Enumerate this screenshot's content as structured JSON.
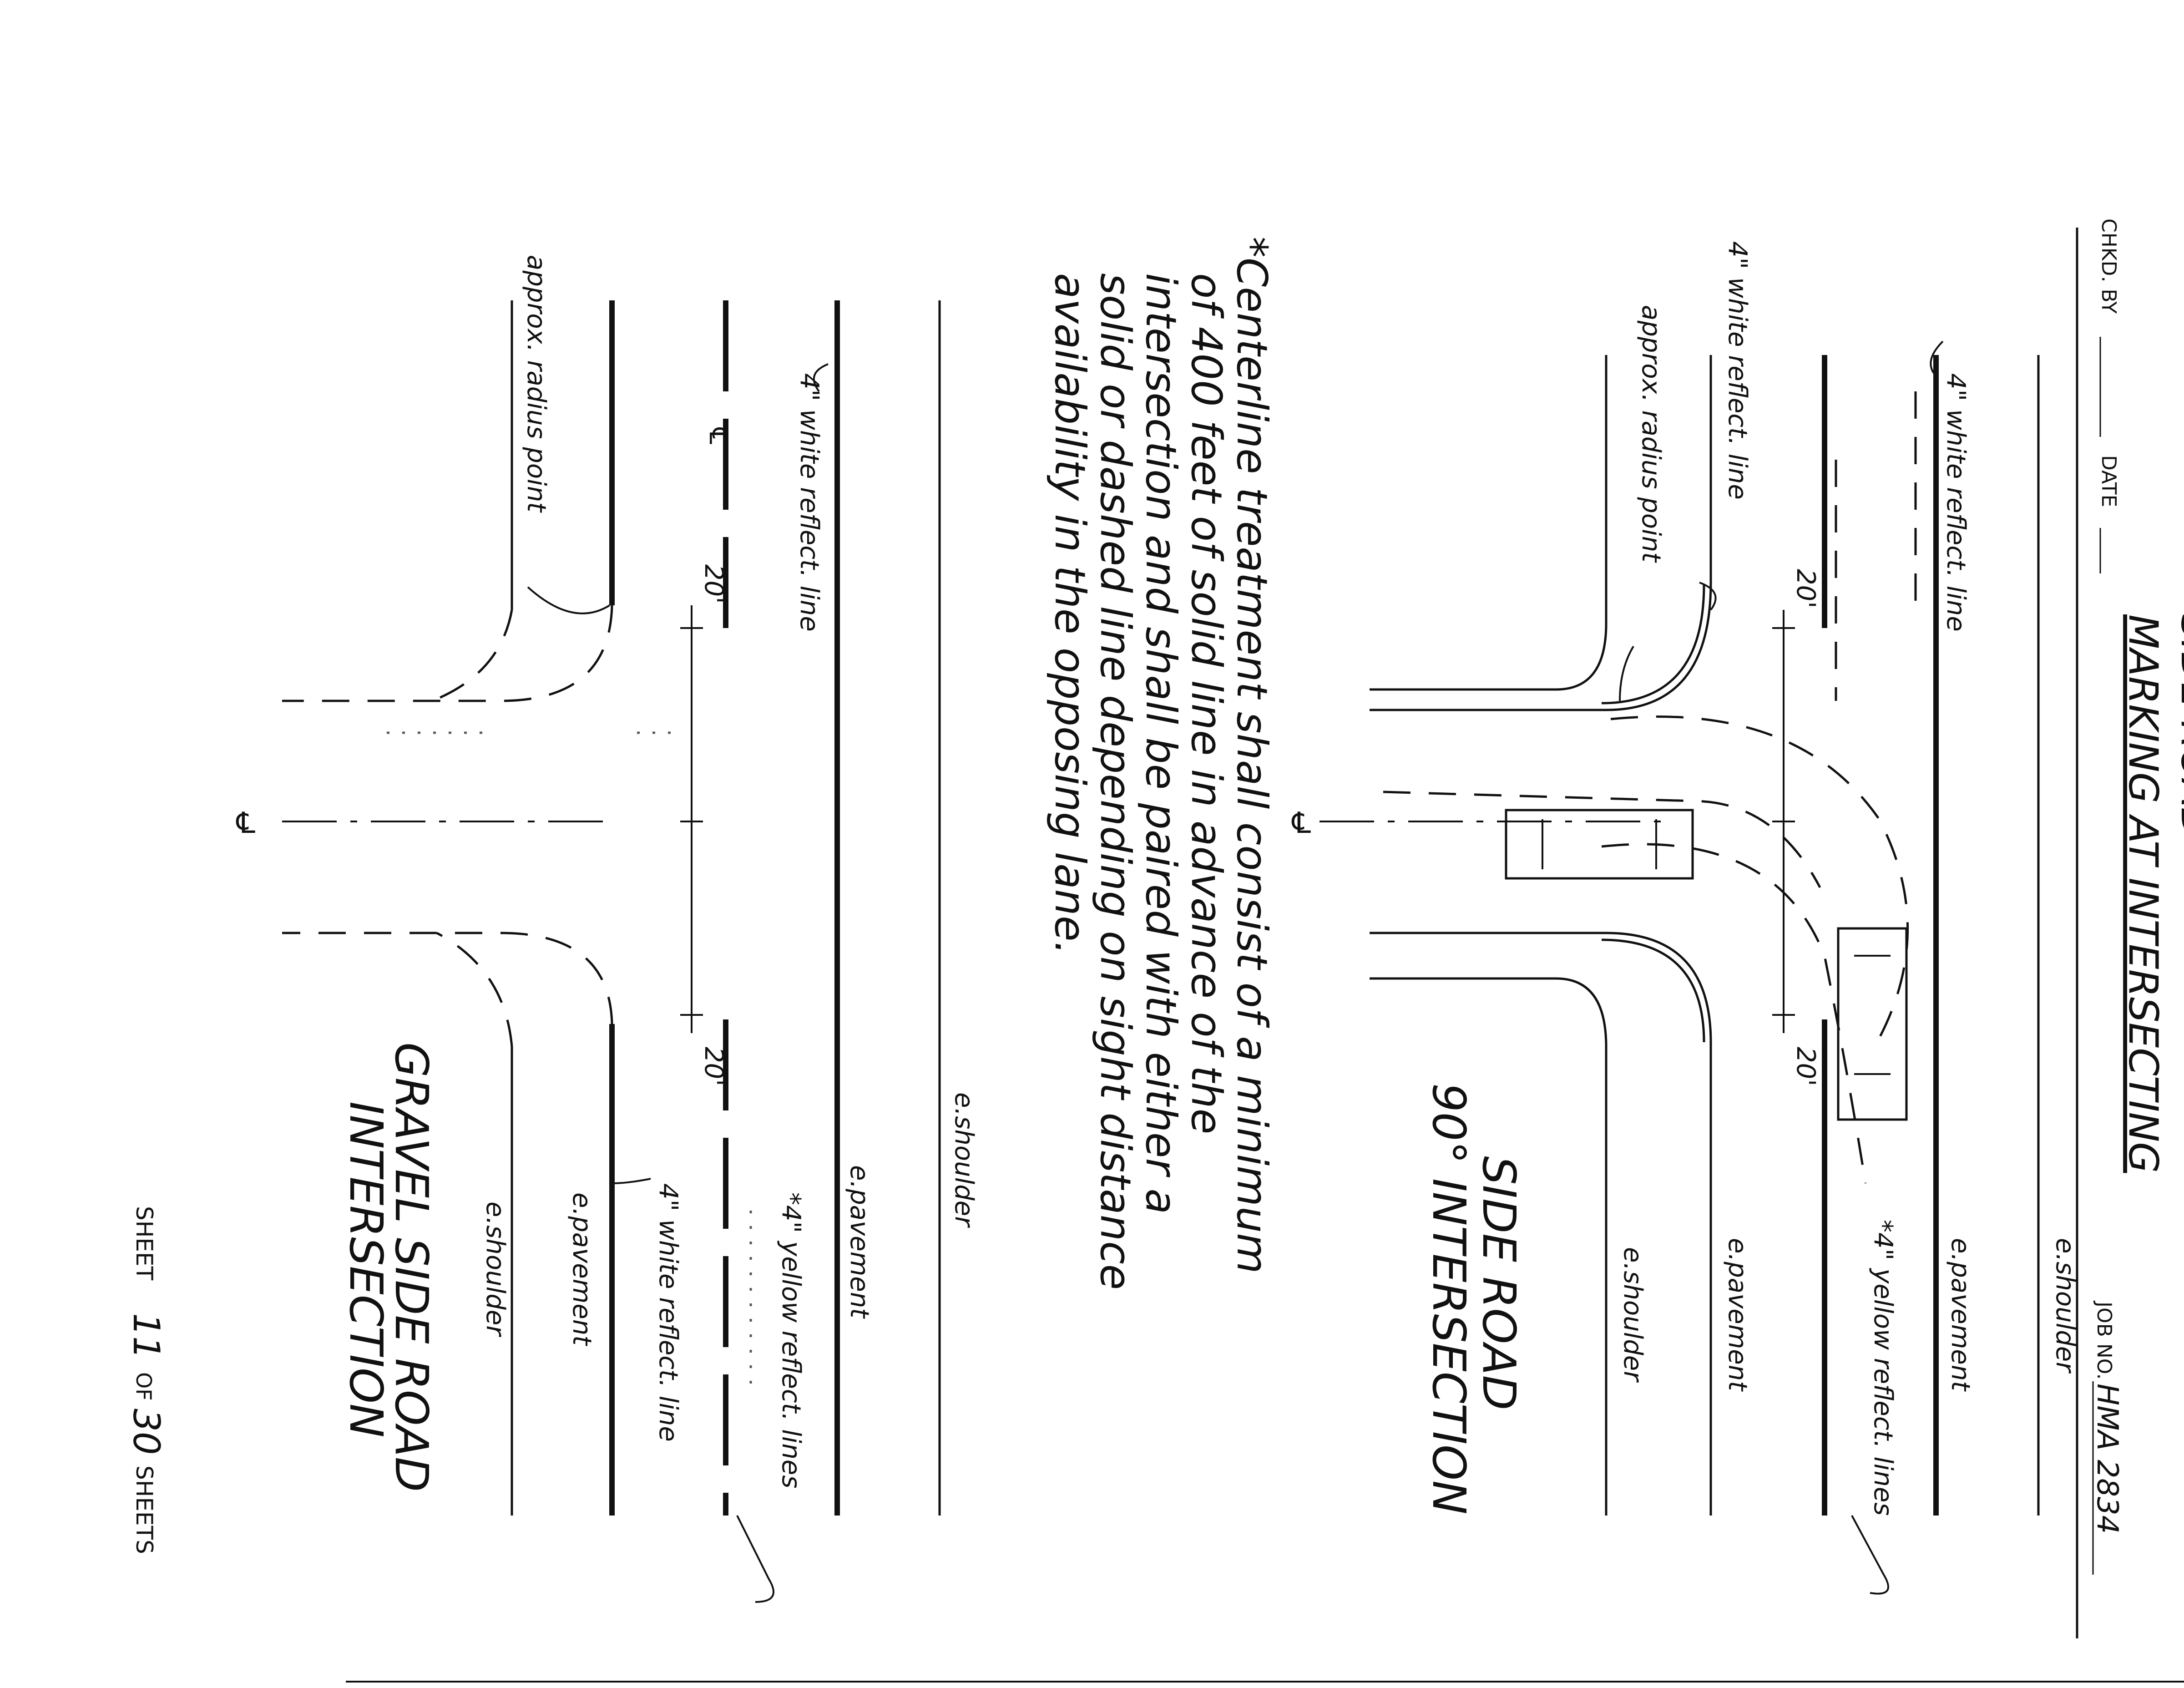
{
  "title_block": {
    "chkd_by_label": "CHKD. BY",
    "date_label": "DATE",
    "title_line1": "MARKING AT INTERSECTING",
    "title_line2": "SIDE ROAD",
    "job_no_label": "JOB NO.",
    "job_no_value": "HMA 2834"
  },
  "upper_plan": {
    "title_line1": "SIDE ROAD",
    "title_line2": "90° INTERSECTION",
    "labels": {
      "e_shoulder_top": "e.shoulder",
      "e_pavement_top": "e.pavement",
      "white_reflect_line_top": "4\" white reflect. line",
      "yellow_reflect_lines": "*4\" yellow reflect. lines",
      "white_reflect_line_side": "4\" white reflect. line",
      "approx_radius_point": "approx. radius point",
      "e_pavement_bottom": "e.pavement",
      "e_shoulder_bottom": "e.shoulder",
      "dim_left": "20'",
      "dim_right": "20'",
      "centerline_symbol": "℄"
    }
  },
  "note": {
    "lines": [
      "*Centerline treatment shall consist of a minimum",
      "of 400 feet of solid line in advance of the",
      "intersection and shall be paired with either a",
      "solid or dashed line depending on sight distance",
      "availability in the opposing lane."
    ]
  },
  "lower_plan": {
    "title_line1": "GRAVEL SIDE ROAD",
    "title_line2": "INTERSECTION",
    "labels": {
      "e_shoulder_top": "e.shoulder",
      "e_pavement_top": "e.pavement",
      "yellow_reflect_lines": "*4\" yellow reflect. lines",
      "white_reflect_line_top": "4\" white reflect. line",
      "approx_radius_point": "approx. radius point",
      "white_reflect_line_bottom": "4\" white reflect. line",
      "e_pavement_bottom": "e.pavement",
      "e_shoulder_bottom": "e.shoulder",
      "dim_left": "20'",
      "dim_right": "20'",
      "centerline_symbol": "℄"
    }
  },
  "footer": {
    "sheet_label": "SHEET",
    "sheet_number": "11",
    "of_label": "OF",
    "total_sheets": "30",
    "sheets_label": "SHEETS"
  }
}
